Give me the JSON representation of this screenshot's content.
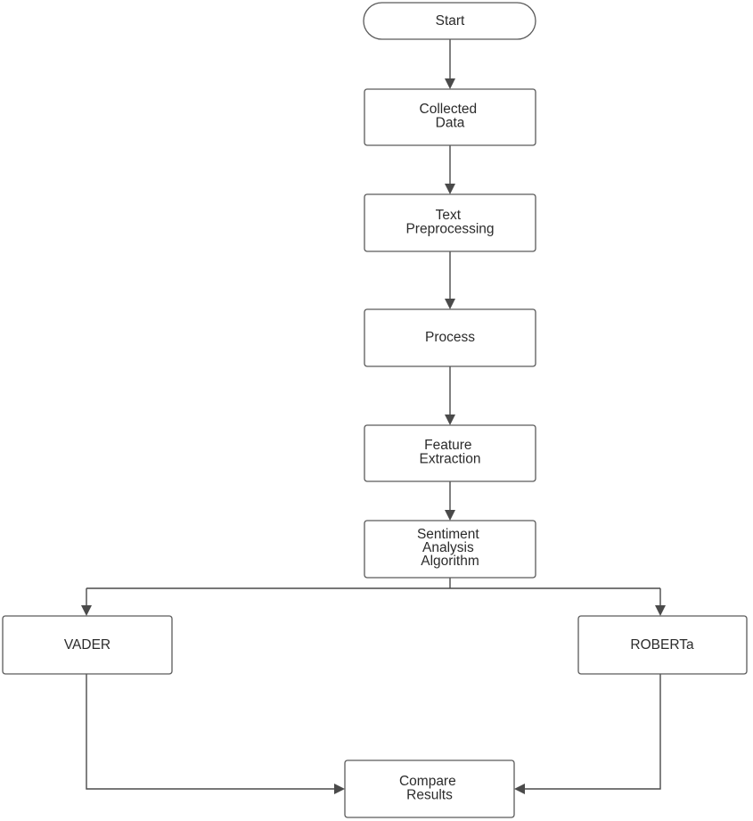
{
  "nodes": {
    "start": {
      "label": "Start"
    },
    "collected_data": {
      "label": "Collected Data"
    },
    "text_preprocessing": {
      "label": "Text Preprocessing"
    },
    "process": {
      "label": "Process"
    },
    "feature_extraction": {
      "label": "Feature Extraction"
    },
    "sentiment_algorithm": {
      "label": "Sentiment Analysis Algorithm"
    },
    "vader": {
      "label": "VADER"
    },
    "roberta": {
      "label": "ROBERTa"
    },
    "compare_results": {
      "label": "Compare Results"
    }
  },
  "edges": [
    {
      "from": "start",
      "to": "collected_data"
    },
    {
      "from": "collected_data",
      "to": "text_preprocessing"
    },
    {
      "from": "text_preprocessing",
      "to": "process"
    },
    {
      "from": "process",
      "to": "feature_extraction"
    },
    {
      "from": "feature_extraction",
      "to": "sentiment_algorithm"
    },
    {
      "from": "sentiment_algorithm",
      "to": "vader"
    },
    {
      "from": "sentiment_algorithm",
      "to": "roberta"
    },
    {
      "from": "vader",
      "to": "compare_results"
    },
    {
      "from": "roberta",
      "to": "compare_results"
    }
  ]
}
